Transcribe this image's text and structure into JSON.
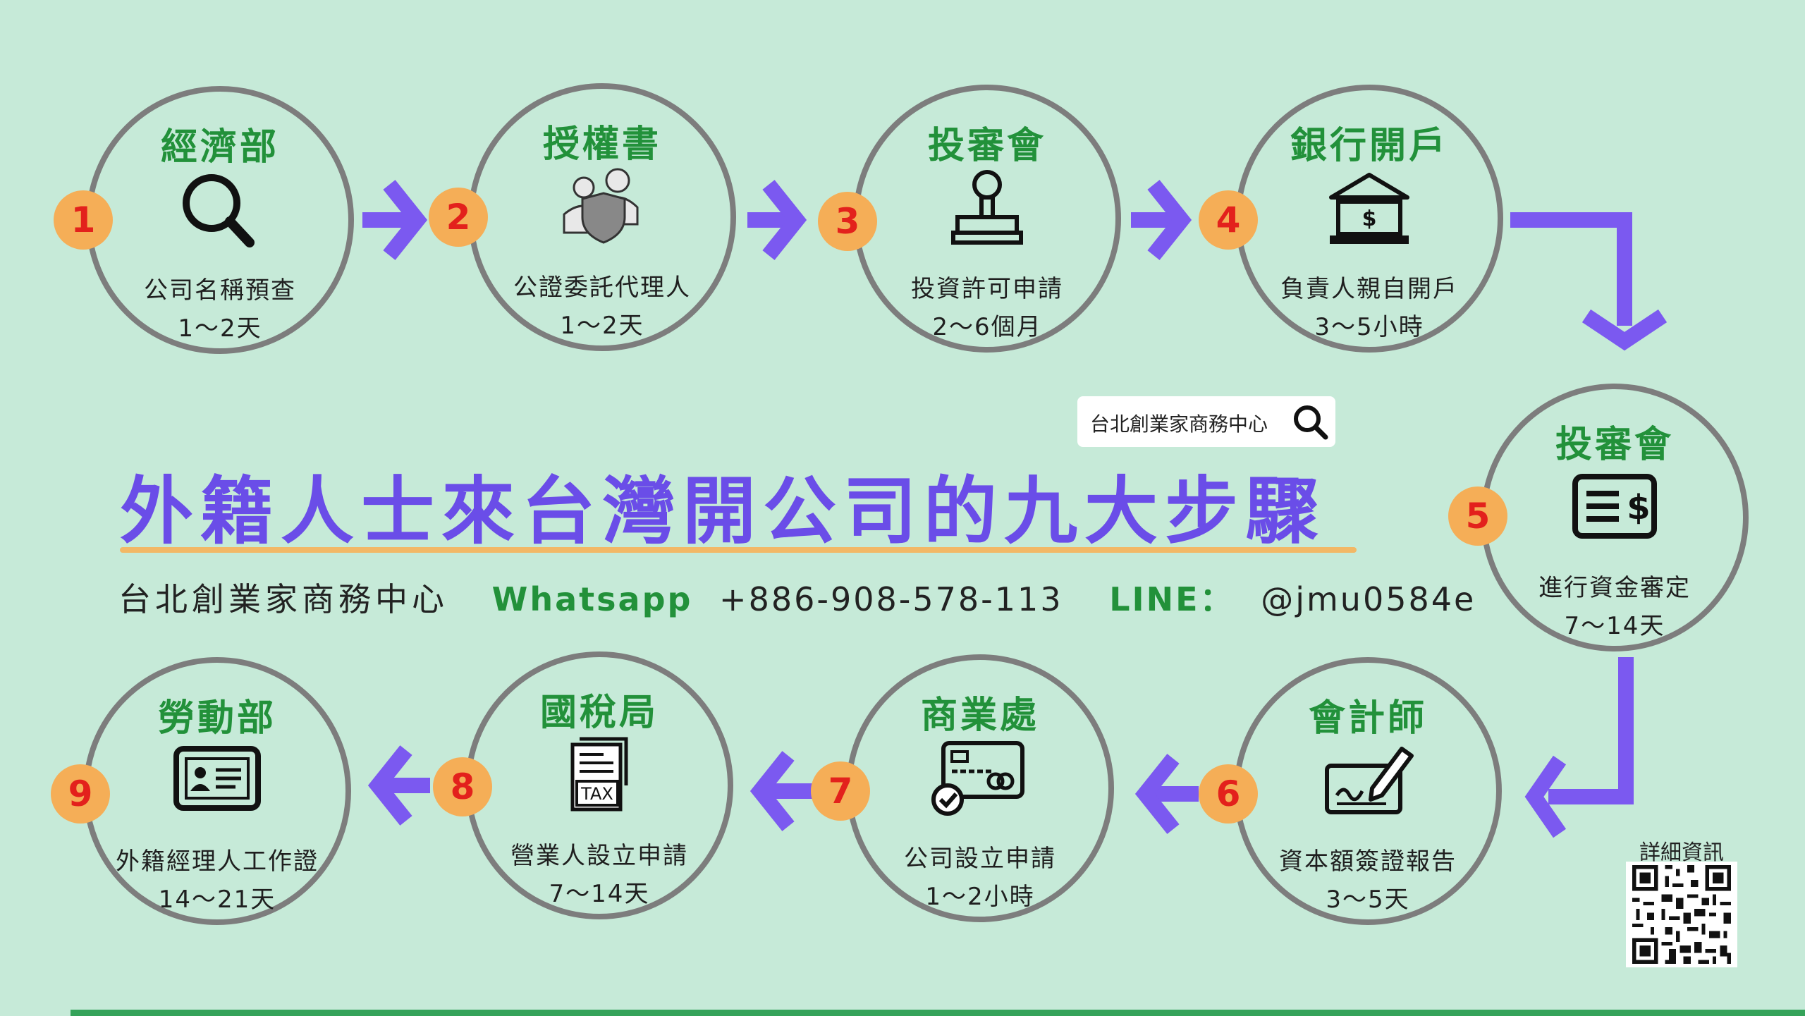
{
  "headline": "外籍人士來台灣開公司的九大步驟",
  "company": "台北創業家商務中心",
  "whatsapp": {
    "label": "Whatsapp",
    "value": "+886-908-578-113"
  },
  "line": {
    "label": "LINE：",
    "value": "@jmu0584e"
  },
  "search": {
    "text": "台北創業家商務中心",
    "icon": "search-icon"
  },
  "qr": {
    "label": "詳細資訊",
    "icon": "qr-code-icon"
  },
  "colors": {
    "background": "#c6ead8",
    "title_green": "#22913a",
    "arrow_purple": "#7b59f0",
    "headline_purple": "#6a4de8",
    "badge_orange": "#f5ae57",
    "badge_text": "#e3211c",
    "ring_gray": "#7d7d7d",
    "underline": "#f2b866"
  },
  "steps": [
    {
      "num": "1",
      "title": "經濟部",
      "desc": "公司名稱預查",
      "duration": "1～2天",
      "icon": "magnifier-icon"
    },
    {
      "num": "2",
      "title": "授權書",
      "desc": "公證委託代理人",
      "duration": "1～2天",
      "icon": "shield-people-icon"
    },
    {
      "num": "3",
      "title": "投審會",
      "desc": "投資許可申請",
      "duration": "2～6個月",
      "icon": "stamp-icon"
    },
    {
      "num": "4",
      "title": "銀行開戶",
      "desc": "負責人親自開戶",
      "duration": "3～5小時",
      "icon": "bank-icon"
    },
    {
      "num": "5",
      "title": "投審會",
      "desc": "進行資金審定",
      "duration": "7～14天",
      "icon": "money-document-icon"
    },
    {
      "num": "6",
      "title": "會計師",
      "desc": "資本額簽證報告",
      "duration": "3～5天",
      "icon": "signature-pen-icon"
    },
    {
      "num": "7",
      "title": "商業處",
      "desc": "公司設立申請",
      "duration": "1～2小時",
      "icon": "approved-card-icon"
    },
    {
      "num": "8",
      "title": "國稅局",
      "desc": "營業人設立申請",
      "duration": "7～14天",
      "icon": "tax-document-icon"
    },
    {
      "num": "9",
      "title": "勞動部",
      "desc": "外籍經理人工作證",
      "duration": "14～21天",
      "icon": "id-card-icon"
    }
  ]
}
